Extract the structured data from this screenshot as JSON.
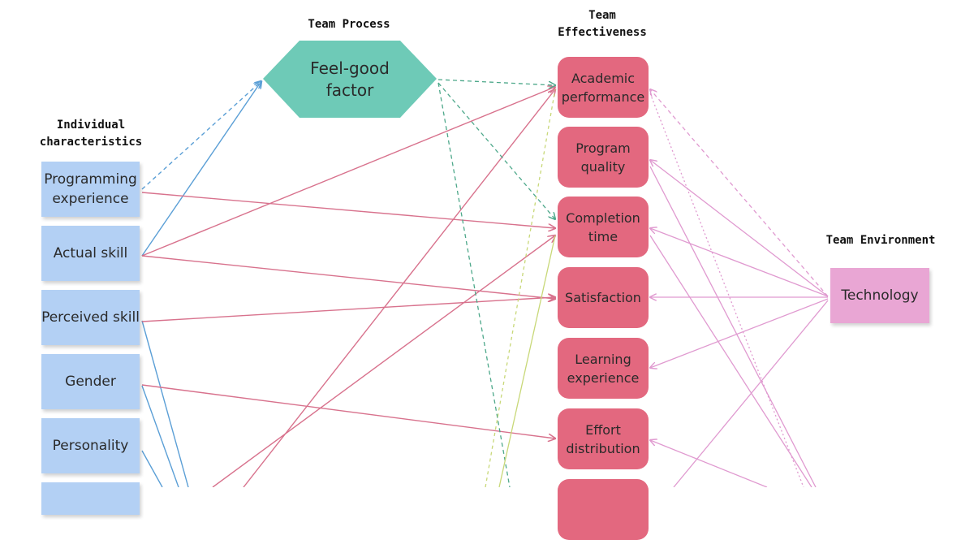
{
  "headings": {
    "team_process": "Team Process",
    "team_effectiveness": [
      "Team",
      "Effectiveness"
    ],
    "individual": [
      "Individual",
      "characteristics"
    ],
    "team_environment": "Team Environment"
  },
  "team_process": {
    "node": [
      "Feel-good",
      "factor"
    ]
  },
  "individual_characteristics": [
    [
      "Programming",
      "experience"
    ],
    [
      "Actual skill"
    ],
    [
      "Perceived skill"
    ],
    [
      "Gender"
    ],
    [
      "Personality"
    ]
  ],
  "team_effectiveness": [
    [
      "Academic",
      "performance"
    ],
    [
      "Program",
      "quality"
    ],
    [
      "Completion",
      "time"
    ],
    [
      "Satisfaction"
    ],
    [
      "Learning",
      "experience"
    ],
    [
      "Effort",
      "distribution"
    ]
  ],
  "team_environment": {
    "node": "Technology"
  },
  "colors": {
    "individual_note": "#b3d0f4",
    "process_node": "#6ecab7",
    "effect_node": "#e3687f",
    "environment_note": "#e9a6d4",
    "link_individual_to_effect": "#d8728d",
    "link_individual_to_process": "#5b9fd6",
    "link_process_to_effect": "#4da88a",
    "link_environment": "#e09ad0",
    "link_other": "#c8d878"
  }
}
